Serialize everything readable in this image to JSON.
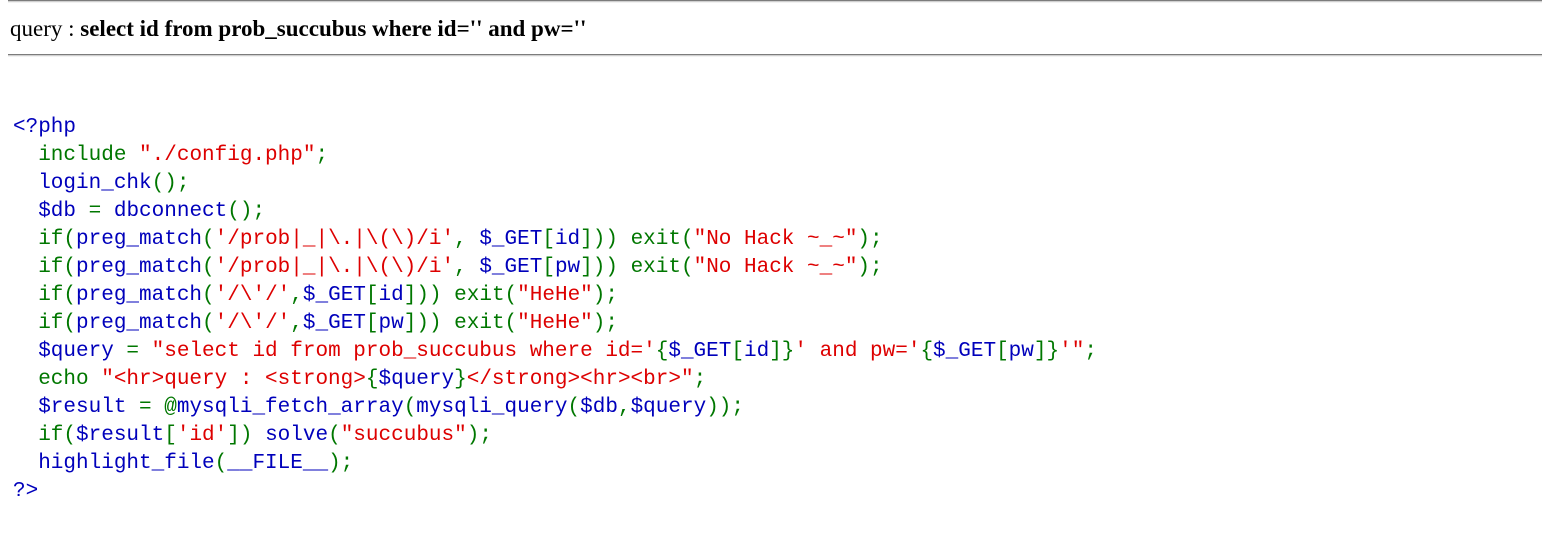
{
  "header": {
    "query_label": "query : ",
    "query_value": "select id from prob_succubus where id='' and pw=''"
  },
  "colors": {
    "keyword": "#007700",
    "default": "#0000BB",
    "string": "#DD0000",
    "text": "#000000"
  },
  "code": {
    "language": "php",
    "lines": [
      [
        {
          "c": "d",
          "t": "<?php"
        }
      ],
      [
        {
          "c": "k",
          "t": "  include "
        },
        {
          "c": "s",
          "t": "\"./config.php\""
        },
        {
          "c": "k",
          "t": ";"
        }
      ],
      [
        {
          "c": "d",
          "t": "  login_chk"
        },
        {
          "c": "k",
          "t": "();"
        }
      ],
      [
        {
          "c": "d",
          "t": "  $db "
        },
        {
          "c": "k",
          "t": "= "
        },
        {
          "c": "d",
          "t": "dbconnect"
        },
        {
          "c": "k",
          "t": "();"
        }
      ],
      [
        {
          "c": "k",
          "t": "  if("
        },
        {
          "c": "d",
          "t": "preg_match"
        },
        {
          "c": "k",
          "t": "("
        },
        {
          "c": "s",
          "t": "'/prob|_|\\.|\\(\\)/i'"
        },
        {
          "c": "k",
          "t": ", "
        },
        {
          "c": "d",
          "t": "$_GET"
        },
        {
          "c": "k",
          "t": "["
        },
        {
          "c": "d",
          "t": "id"
        },
        {
          "c": "k",
          "t": "])) exit("
        },
        {
          "c": "s",
          "t": "\"No Hack ~_~\""
        },
        {
          "c": "k",
          "t": ");"
        }
      ],
      [
        {
          "c": "k",
          "t": "  if("
        },
        {
          "c": "d",
          "t": "preg_match"
        },
        {
          "c": "k",
          "t": "("
        },
        {
          "c": "s",
          "t": "'/prob|_|\\.|\\(\\)/i'"
        },
        {
          "c": "k",
          "t": ", "
        },
        {
          "c": "d",
          "t": "$_GET"
        },
        {
          "c": "k",
          "t": "["
        },
        {
          "c": "d",
          "t": "pw"
        },
        {
          "c": "k",
          "t": "])) exit("
        },
        {
          "c": "s",
          "t": "\"No Hack ~_~\""
        },
        {
          "c": "k",
          "t": ");"
        }
      ],
      [
        {
          "c": "k",
          "t": "  if("
        },
        {
          "c": "d",
          "t": "preg_match"
        },
        {
          "c": "k",
          "t": "("
        },
        {
          "c": "s",
          "t": "'/\\'/'"
        },
        {
          "c": "k",
          "t": ","
        },
        {
          "c": "d",
          "t": "$_GET"
        },
        {
          "c": "k",
          "t": "["
        },
        {
          "c": "d",
          "t": "id"
        },
        {
          "c": "k",
          "t": "])) exit("
        },
        {
          "c": "s",
          "t": "\"HeHe\""
        },
        {
          "c": "k",
          "t": ");"
        }
      ],
      [
        {
          "c": "k",
          "t": "  if("
        },
        {
          "c": "d",
          "t": "preg_match"
        },
        {
          "c": "k",
          "t": "("
        },
        {
          "c": "s",
          "t": "'/\\'/'"
        },
        {
          "c": "k",
          "t": ","
        },
        {
          "c": "d",
          "t": "$_GET"
        },
        {
          "c": "k",
          "t": "["
        },
        {
          "c": "d",
          "t": "pw"
        },
        {
          "c": "k",
          "t": "])) exit("
        },
        {
          "c": "s",
          "t": "\"HeHe\""
        },
        {
          "c": "k",
          "t": ");"
        }
      ],
      [
        {
          "c": "d",
          "t": "  $query "
        },
        {
          "c": "k",
          "t": "= "
        },
        {
          "c": "s",
          "t": "\"select id from prob_succubus where id='"
        },
        {
          "c": "k",
          "t": "{"
        },
        {
          "c": "d",
          "t": "$_GET"
        },
        {
          "c": "k",
          "t": "["
        },
        {
          "c": "d",
          "t": "id"
        },
        {
          "c": "k",
          "t": "]}"
        },
        {
          "c": "s",
          "t": "' and pw='"
        },
        {
          "c": "k",
          "t": "{"
        },
        {
          "c": "d",
          "t": "$_GET"
        },
        {
          "c": "k",
          "t": "["
        },
        {
          "c": "d",
          "t": "pw"
        },
        {
          "c": "k",
          "t": "]}"
        },
        {
          "c": "s",
          "t": "'\""
        },
        {
          "c": "k",
          "t": ";"
        }
      ],
      [
        {
          "c": "k",
          "t": "  echo "
        },
        {
          "c": "s",
          "t": "\"<hr>query : <strong>"
        },
        {
          "c": "k",
          "t": "{"
        },
        {
          "c": "d",
          "t": "$query"
        },
        {
          "c": "k",
          "t": "}"
        },
        {
          "c": "s",
          "t": "</strong><hr><br>\""
        },
        {
          "c": "k",
          "t": ";"
        }
      ],
      [
        {
          "c": "d",
          "t": "  $result "
        },
        {
          "c": "k",
          "t": "= @"
        },
        {
          "c": "d",
          "t": "mysqli_fetch_array"
        },
        {
          "c": "k",
          "t": "("
        },
        {
          "c": "d",
          "t": "mysqli_query"
        },
        {
          "c": "k",
          "t": "("
        },
        {
          "c": "d",
          "t": "$db"
        },
        {
          "c": "k",
          "t": ","
        },
        {
          "c": "d",
          "t": "$query"
        },
        {
          "c": "k",
          "t": "));"
        }
      ],
      [
        {
          "c": "k",
          "t": "  if("
        },
        {
          "c": "d",
          "t": "$result"
        },
        {
          "c": "k",
          "t": "["
        },
        {
          "c": "s",
          "t": "'id'"
        },
        {
          "c": "k",
          "t": "]) "
        },
        {
          "c": "d",
          "t": "solve"
        },
        {
          "c": "k",
          "t": "("
        },
        {
          "c": "s",
          "t": "\"succubus\""
        },
        {
          "c": "k",
          "t": ");"
        }
      ],
      [
        {
          "c": "d",
          "t": "  highlight_file"
        },
        {
          "c": "k",
          "t": "("
        },
        {
          "c": "d",
          "t": "__FILE__"
        },
        {
          "c": "k",
          "t": ");"
        }
      ],
      [
        {
          "c": "d",
          "t": "?>"
        }
      ]
    ]
  }
}
